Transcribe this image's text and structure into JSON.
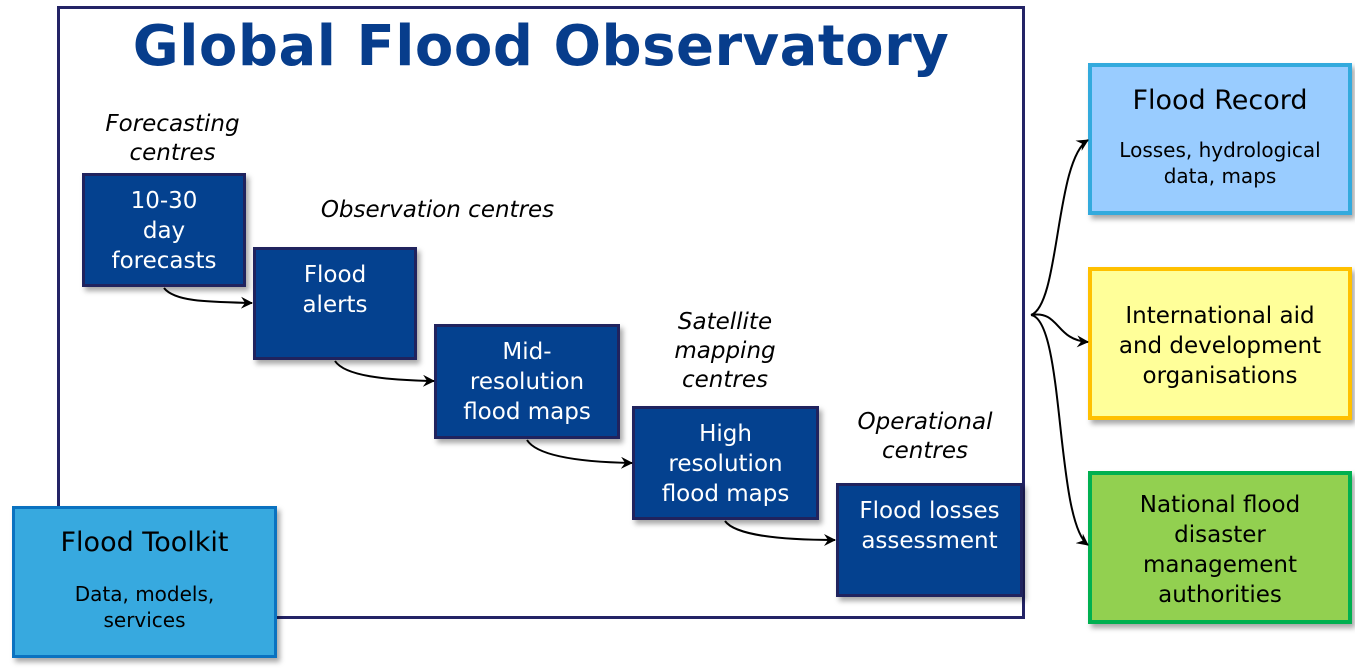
{
  "title": "Global Flood Observatory",
  "stages": [
    {
      "label": "Forecasting centres",
      "label_lines": [
        "Forecasting",
        "centres"
      ],
      "box_lines": [
        "10-30",
        "day",
        "forecasts"
      ]
    },
    {
      "label": "Observation centres",
      "label_lines": [
        "Observation centres"
      ],
      "box_lines": [
        "Flood",
        "alerts"
      ]
    },
    {
      "label": "",
      "label_lines": [],
      "box_lines": [
        "Mid-",
        "resolution",
        "flood maps"
      ]
    },
    {
      "label": "Satellite mapping centres",
      "label_lines": [
        "Satellite",
        "mapping",
        "centres"
      ],
      "box_lines": [
        "High",
        "resolution",
        "flood maps"
      ]
    },
    {
      "label": "Operational centres",
      "label_lines": [
        "Operational",
        "centres"
      ],
      "box_lines": [
        "Flood losses",
        "assessment"
      ]
    }
  ],
  "toolkit": {
    "title": "Flood Toolkit",
    "subtitle_lines": [
      "Data, models,",
      "services"
    ],
    "color": "#37a9df",
    "border": "#0a72c0"
  },
  "outputs": [
    {
      "title": "Flood Record",
      "subtitle_lines": [
        "Losses, hydrological",
        "data, maps"
      ],
      "color": "#99ccff",
      "border": "#33aadd"
    },
    {
      "title": "",
      "body_lines": [
        "International aid",
        "and development",
        "organisations"
      ],
      "color": "#ffff99",
      "border": "#ffc000"
    },
    {
      "title": "",
      "body_lines": [
        "National flood",
        "disaster",
        "management",
        "authorities"
      ],
      "color": "#92d050",
      "border": "#00b050"
    }
  ],
  "colors": {
    "title": "#073d8c",
    "stage_box": "#04418f",
    "frame": "#232366"
  }
}
